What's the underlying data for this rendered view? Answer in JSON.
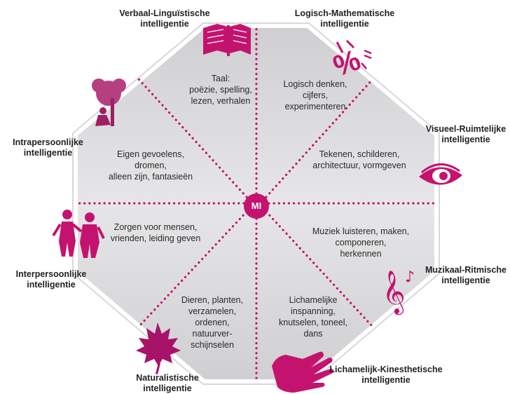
{
  "colors": {
    "accent": "#c4136e",
    "octagon_fill": "#d9d9db",
    "octagon_edge": "#c4136e"
  },
  "center": "MI",
  "intelligences": [
    {
      "id": "verbaal",
      "line1": "Verbaal-Linguïstische",
      "line2": "intelligentie",
      "icon": "open-book-icon"
    },
    {
      "id": "logisch",
      "line1": "Logisch-Mathematische",
      "line2": "intelligentie",
      "icon": "percent-math-icon"
    },
    {
      "id": "visueel",
      "line1": "Visueel-Ruimtelijke",
      "line2": "intelligentie",
      "icon": "eye-icon"
    },
    {
      "id": "muzikaal",
      "line1": "Muzikaal-Ritmische",
      "line2": "intelligentie",
      "icon": "treble-clef-icon"
    },
    {
      "id": "lichamelijk",
      "line1": "Lichamelijk-Kinesthetische",
      "line2": "intelligentie",
      "icon": "hand-icon"
    },
    {
      "id": "naturalistisch",
      "line1": "Naturalistische",
      "line2": "intelligentie",
      "icon": "maple-leaf-icon"
    },
    {
      "id": "interpersoonlijk",
      "line1": "Interpersoonlijke",
      "line2": "intelligentie",
      "icon": "two-people-icon"
    },
    {
      "id": "intrapersoonlijk",
      "line1": "Intrapersoonlijke",
      "line2": "intelligentie",
      "icon": "person-under-tree-icon"
    }
  ],
  "segments": [
    {
      "id": "taal",
      "lines": [
        "Taal:",
        "poëzie, spelling,",
        "lezen, verhalen"
      ]
    },
    {
      "id": "logisch",
      "lines": [
        "Logisch denken,",
        "cijfers,",
        "experimenteren"
      ]
    },
    {
      "id": "tekenen",
      "lines": [
        "Tekenen, schilderen,",
        "architectuur, vormgeven"
      ]
    },
    {
      "id": "muziek",
      "lines": [
        "Muziek luisteren, maken,",
        "componeren,",
        "herkennen"
      ]
    },
    {
      "id": "lichamelijk",
      "lines": [
        "Lichamelijke",
        "inspanning,",
        "knutselen, toneel,",
        "dans"
      ]
    },
    {
      "id": "dieren",
      "lines": [
        "Dieren, planten,",
        "verzamelen,",
        "ordenen,",
        "natuurver-",
        "schijnselen"
      ]
    },
    {
      "id": "zorgen",
      "lines": [
        "Zorgen voor mensen,",
        "vrienden, leiding geven"
      ]
    },
    {
      "id": "eigen",
      "lines": [
        "Eigen gevoelens,",
        "dromen,",
        "alleen zijn, fantasieën"
      ]
    }
  ]
}
